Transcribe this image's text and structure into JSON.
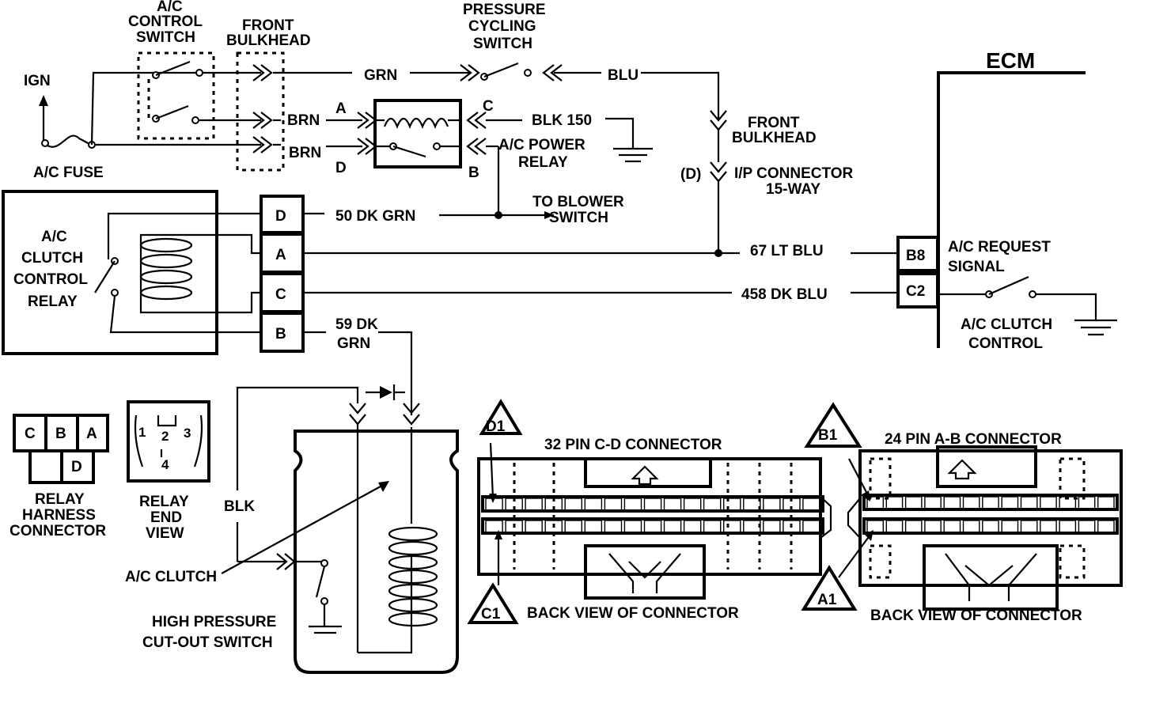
{
  "labels": {
    "ign": "IGN",
    "ac_fuse": "A/C FUSE",
    "ac_control_switch_1": "A/C",
    "ac_control_switch_2": "CONTROL",
    "ac_control_switch_3": "SWITCH",
    "front_bulkhead_1": "FRONT",
    "front_bulkhead_2": "BULKHEAD",
    "grn": "GRN",
    "brn_top": "BRN",
    "brn_bottom": "BRN",
    "pressure_cycling_1": "PRESSURE",
    "pressure_cycling_2": "CYCLING",
    "pressure_cycling_3": "SWITCH",
    "blu": "BLU",
    "ecm": "ECM",
    "pin_a_relay": "A",
    "pin_c_relay": "C",
    "pin_d_relay": "D",
    "pin_b_relay": "B",
    "blk150": "BLK 150",
    "ac_power_relay_1": "A/C POWER",
    "ac_power_relay_2": "RELAY",
    "front_bulkhead_r1": "FRONT",
    "front_bulkhead_r2": "BULKHEAD",
    "d_paren": "(D)",
    "ip_connector_1": "I/P  CONNECTOR",
    "ip_connector_2": "15-WAY",
    "clutch_relay_1": "A/C",
    "clutch_relay_2": "CLUTCH",
    "clutch_relay_3": "CONTROL",
    "clutch_relay_4": "RELAY",
    "box_d": "D",
    "box_a": "A",
    "box_c": "C",
    "box_b": "B",
    "wire_50": "50  DK GRN",
    "to_blower_1": "TO BLOWER",
    "to_blower_2": "SWITCH",
    "wire_67": "67  LT BLU",
    "wire_458": "458 DK BLU",
    "wire_59_1": "59 DK",
    "wire_59_2": "GRN",
    "pin_b8": "B8",
    "pin_c2": "C2",
    "ac_request_1": "A/C REQUEST",
    "ac_request_2": "SIGNAL",
    "ac_clutch_control_1": "A/C CLUTCH",
    "ac_clutch_control_2": "CONTROL",
    "harness_c": "C",
    "harness_b": "B",
    "harness_a": "A",
    "harness_d": "D",
    "relay_harness_1": "RELAY",
    "relay_harness_2": "HARNESS",
    "relay_harness_3": "CONNECTOR",
    "relay_end_1": "RELAY",
    "relay_end_2": "END",
    "relay_end_3": "VIEW",
    "pin_1": "1",
    "pin_2": "2",
    "pin_3": "3",
    "pin_4": "4",
    "blk": "BLK",
    "ac_clutch": "A/C CLUTCH",
    "high_pressure_1": "HIGH PRESSURE",
    "high_pressure_2": "CUT-OUT SWITCH",
    "tri_d1": "D1",
    "tri_c1": "C1",
    "tri_b1": "B1",
    "tri_a1": "A1",
    "conn32": "32 PIN C-D CONNECTOR",
    "conn24": "24 PIN A-B CONNECTOR",
    "back_view_left": "BACK VIEW OF CONNECTOR",
    "back_view_right": "BACK VIEW OF CONNECTOR"
  }
}
